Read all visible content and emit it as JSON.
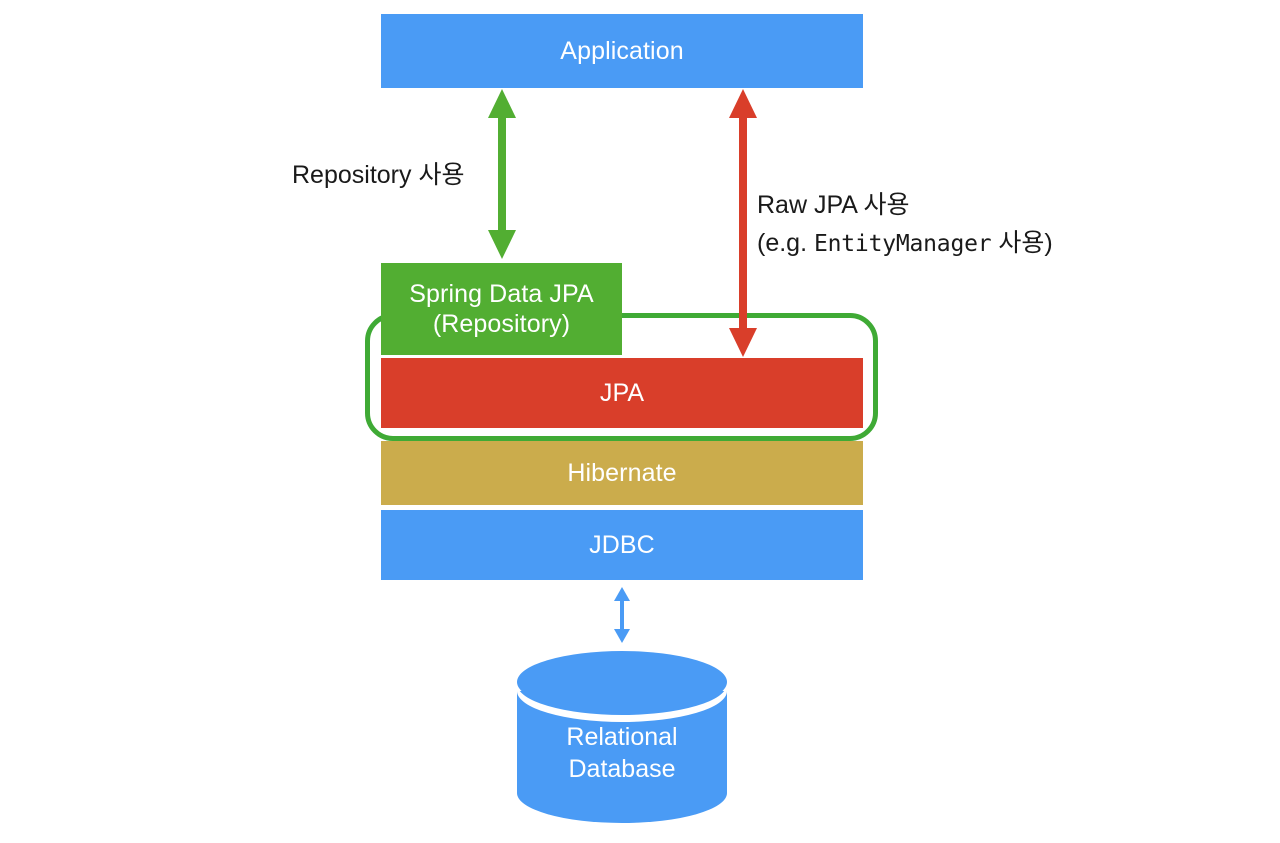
{
  "diagram": {
    "title": "JPA / Spring Data JPA layered architecture",
    "colors": {
      "blue": "#4a9bf5",
      "green": "#52ae32",
      "green_outline": "#3faa35",
      "red": "#d93e2a",
      "gold": "#cbac4c",
      "text_dark": "#1a1a1a",
      "text_light": "#ffffff",
      "background": "#ffffff"
    },
    "boxes": {
      "application": "Application",
      "spring_data_jpa_line1": "Spring Data JPA",
      "spring_data_jpa_line2": "(Repository)",
      "jpa": "JPA",
      "hibernate": "Hibernate",
      "jdbc": "JDBC",
      "database_line1": "Relational",
      "database_line2": "Database"
    },
    "edge_labels": {
      "repository_usage": "Repository 사용",
      "raw_jpa_usage": "Raw JPA 사용",
      "raw_jpa_example_prefix": "(e.g. ",
      "raw_jpa_example_mono": "EntityManager",
      "raw_jpa_example_suffix": " 사용)"
    },
    "arrows": [
      {
        "name": "application-to-spring-data-jpa",
        "color": "#52ae32",
        "direction": "bidirectional",
        "from": "Application",
        "to": "Spring Data JPA (Repository)"
      },
      {
        "name": "application-to-jpa",
        "color": "#d93e2a",
        "direction": "bidirectional",
        "from": "Application",
        "to": "JPA"
      },
      {
        "name": "jdbc-to-database",
        "color": "#4a9bf5",
        "direction": "bidirectional",
        "from": "JDBC",
        "to": "Relational Database"
      }
    ]
  }
}
